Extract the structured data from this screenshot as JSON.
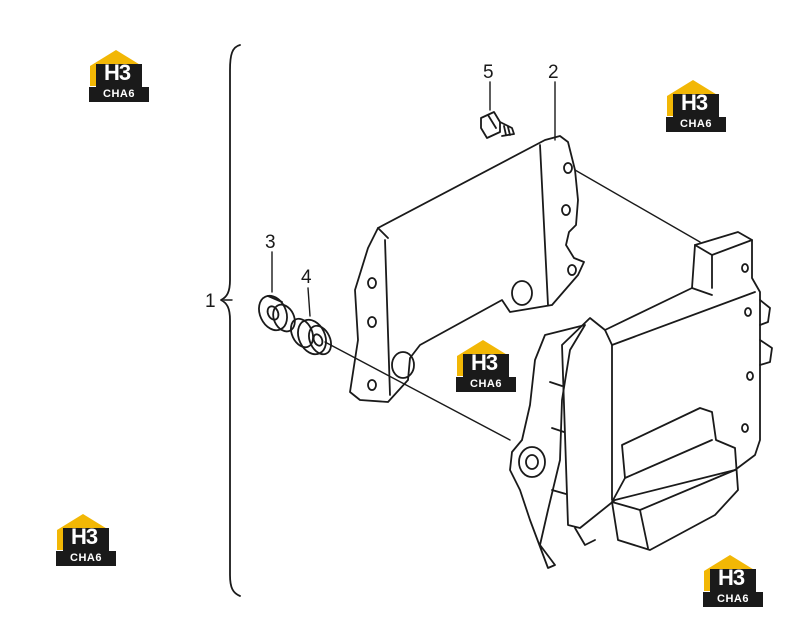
{
  "diagram": {
    "callouts": [
      "1",
      "2",
      "3",
      "4",
      "5"
    ]
  },
  "watermark": {
    "mark": "H3",
    "word": "CHA6",
    "colors": {
      "roof": "#f2b705",
      "dark": "#1a1a1a",
      "text": "#ffffff"
    }
  }
}
